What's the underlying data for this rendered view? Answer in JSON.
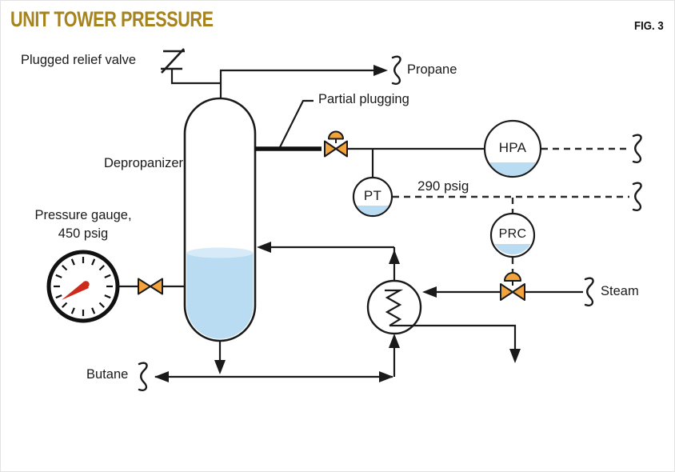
{
  "figure": {
    "title": "UNIT TOWER PRESSURE",
    "fig_label": "FIG. 3"
  },
  "labels": {
    "plugged_relief_valve": "Plugged relief valve",
    "propane": "Propane",
    "partial_plugging": "Partial plugging",
    "depropanizer": "Depropanizer",
    "pressure_gauge_line1": "Pressure gauge,",
    "pressure_gauge_line2": "450 psig",
    "pressure_reading": "290 psig",
    "steam": "Steam",
    "butane": "Butane"
  },
  "instruments": [
    {
      "id": "hpa",
      "label": "HPA"
    },
    {
      "id": "pt",
      "label": "PT"
    },
    {
      "id": "prc",
      "label": "PRC"
    }
  ],
  "colors": {
    "title_gold": "#A5831E",
    "valve_orange": "#F2A33C",
    "liquid_blue": "#B9DCF2",
    "liquid_surface": "#D7EAF8",
    "needle_red": "#CE2A1C",
    "line_black": "#1a1a1a"
  }
}
